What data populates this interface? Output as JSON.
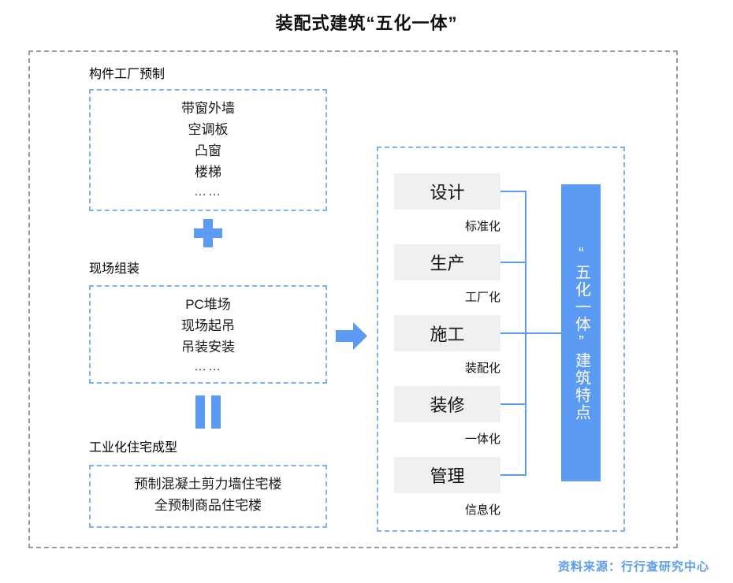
{
  "page": {
    "title": "装配式建筑“五化一体”",
    "source_note": "资料来源：行行查研究中心",
    "colors": {
      "accent_blue": "#5B9BF3",
      "dashed_blue": "#7FB1F5",
      "dashed_gray": "#9A9A9A",
      "box_gray": "#F0F0F0",
      "text_dark": "#111111"
    }
  },
  "left_flow": {
    "stages": [
      {
        "heading": "构件工厂预制",
        "items": [
          "带窗外墙",
          "空调板",
          "凸窗",
          "楼梯"
        ],
        "ellipsis": "……"
      },
      {
        "heading": "现场组装",
        "items": [
          "PC堆场",
          "现场起吊",
          "吊装安装"
        ],
        "ellipsis": "……"
      },
      {
        "heading": "工业化住宅成型",
        "items": [
          "预制混凝土剪力墙住宅楼",
          "全预制商品住宅楼"
        ],
        "ellipsis": ""
      }
    ],
    "operators": [
      {
        "name": "plus",
        "symbol": "+"
      },
      {
        "name": "equals",
        "symbol": "="
      }
    ],
    "arrow": {
      "name": "right-arrow",
      "symbol": "➡"
    }
  },
  "right_panel": {
    "processes": [
      {
        "box": "设计",
        "label": "标准化"
      },
      {
        "box": "生产",
        "label": "工厂化"
      },
      {
        "box": "施工",
        "label": "装配化"
      },
      {
        "box": "装修",
        "label": "一体化"
      },
      {
        "box": "管理",
        "label": "信息化"
      }
    ],
    "highlight": "“五化一体”建筑特点"
  }
}
